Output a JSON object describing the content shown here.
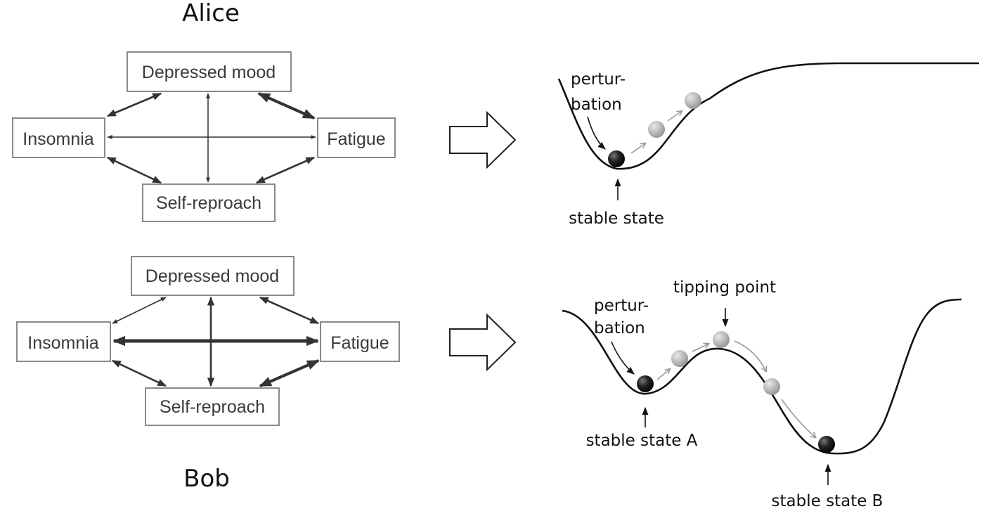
{
  "alice": {
    "name": "Alice",
    "nodes": {
      "depressed_mood": "Depressed mood",
      "insomnia": "Insomnia",
      "fatigue": "Fatigue",
      "self_reproach": "Self-reproach"
    }
  },
  "bob": {
    "name": "Bob",
    "nodes": {
      "depressed_mood": "Depressed mood",
      "insomnia": "Insomnia",
      "fatigue": "Fatigue",
      "self_reproach": "Self-reproach"
    }
  },
  "landscape_top": {
    "perturbation_line1": "pertur-",
    "perturbation_line2": "bation",
    "stable_state": "stable state"
  },
  "landscape_bottom": {
    "perturbation_line1": "pertur-",
    "perturbation_line2": "bation",
    "tipping_point": "tipping point",
    "stable_state_a": "stable state A",
    "stable_state_b": "stable state B"
  },
  "colors": {
    "ball_dark": "#111111",
    "ball_light": "#b5b5b5",
    "box_border": "#8a8a8a",
    "arrow": "#333333"
  }
}
